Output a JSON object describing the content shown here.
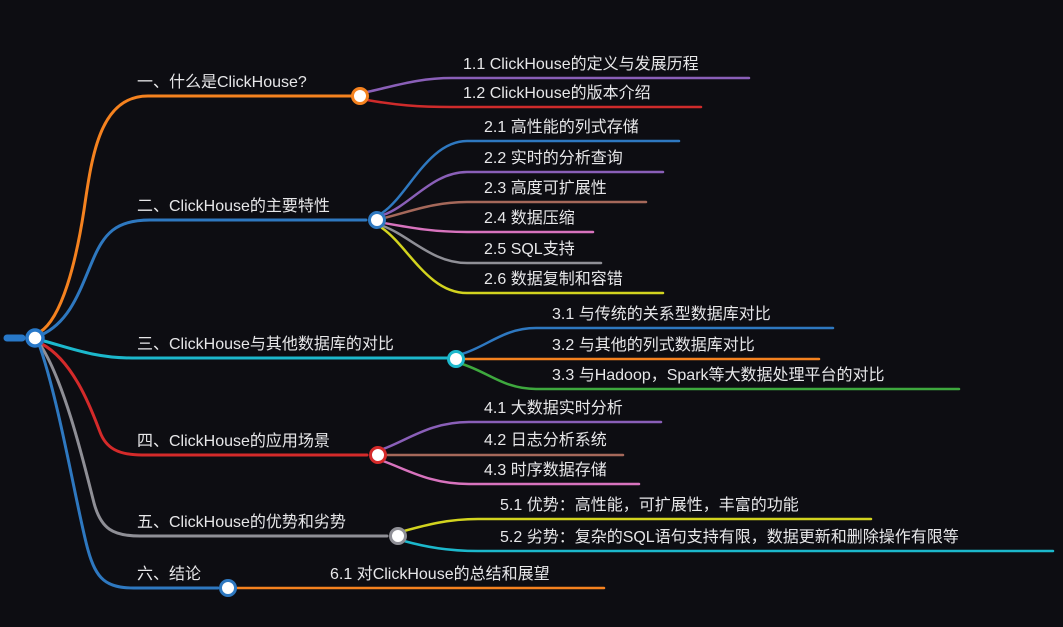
{
  "canvas": {
    "background": "#0d0d12",
    "text_color": "#e7e7e9",
    "node_fill": "#ffffff"
  },
  "root": {
    "color": "#2878c8"
  },
  "topics": [
    {
      "label": "一、什么是ClickHouse?",
      "color": "#f5821f",
      "children": [
        {
          "label": "1.1 ClickHouse的定义与发展历程",
          "color": "#8a5fb8"
        },
        {
          "label": "1.2 ClickHouse的版本介绍",
          "color": "#cf2b2b"
        }
      ]
    },
    {
      "label": "二、ClickHouse的主要特性",
      "color": "#2e78c0",
      "children": [
        {
          "label": "2.1 高性能的列式存储",
          "color": "#2e78c0"
        },
        {
          "label": "2.2 实时的分析查询",
          "color": "#8a5fb8"
        },
        {
          "label": "2.3 高度可扩展性",
          "color": "#a5685a"
        },
        {
          "label": "2.4 数据压缩",
          "color": "#d873be"
        },
        {
          "label": "2.5 SQL支持",
          "color": "#8f8f96"
        },
        {
          "label": "2.6 数据复制和容错",
          "color": "#d2d31f"
        }
      ]
    },
    {
      "label": "三、ClickHouse与其他数据库的对比",
      "color": "#1cb8cc",
      "children": [
        {
          "label": "3.1 与传统的关系型数据库对比",
          "color": "#2e78c0"
        },
        {
          "label": "3.2 与其他的列式数据库对比",
          "color": "#f5821f"
        },
        {
          "label": "3.3 与Hadoop，Spark等大数据处理平台的对比",
          "color": "#3ea83e"
        }
      ]
    },
    {
      "label": "四、ClickHouse的应用场景",
      "color": "#d42a2a",
      "children": [
        {
          "label": "4.1 大数据实时分析",
          "color": "#8a5fb8"
        },
        {
          "label": "4.2 日志分析系统",
          "color": "#a5685a"
        },
        {
          "label": "4.3 时序数据存储",
          "color": "#d873be"
        }
      ]
    },
    {
      "label": "五、ClickHouse的优势和劣势",
      "color": "#8f8f96",
      "children": [
        {
          "label": "5.1 优势：高性能，可扩展性，丰富的功能",
          "color": "#d2d31f"
        },
        {
          "label": "5.2 劣势：复杂的SQL语句支持有限，数据更新和删除操作有限等",
          "color": "#1cb8cc"
        }
      ]
    },
    {
      "label": "六、结论",
      "color": "#2e78c0",
      "children": [
        {
          "label": "6.1 对ClickHouse的总结和展望",
          "color": "#f5821f"
        }
      ]
    }
  ]
}
